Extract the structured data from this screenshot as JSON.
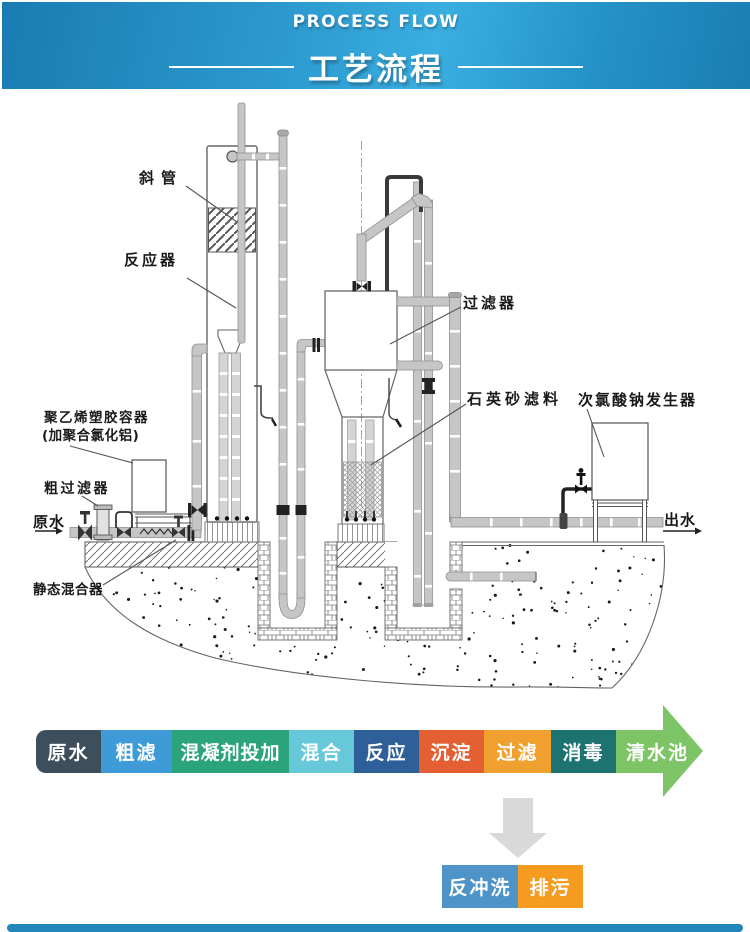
{
  "header": {
    "subtitle": "PROCESS FLOW",
    "title": "工艺流程",
    "bg_left": "#197bb1",
    "bg_mid": "#3aaee1"
  },
  "diagram": {
    "labels": {
      "inclined_tube": "斜管",
      "reactor": "反应器",
      "filter": "过滤器",
      "quartz_sand": "石英砂滤料",
      "hypochlorite_generator": "次氯酸钠发生器",
      "pe_container": "聚乙烯塑胶容器",
      "pe_container_note": "(加聚合氯化铝)",
      "coarse_filter": "粗过滤器",
      "raw_water": "原水",
      "static_mixer": "静态混合器",
      "out_water": "出水"
    }
  },
  "flow": {
    "steps": [
      {
        "label": "原水",
        "color": "#3d4e5c"
      },
      {
        "label": "粗滤",
        "color": "#3e9bd7"
      },
      {
        "label": "混凝剂投加",
        "color": "#2ba47c"
      },
      {
        "label": "混合",
        "color": "#66c8d8"
      },
      {
        "label": "反应",
        "color": "#2f5f98"
      },
      {
        "label": "沉淀",
        "color": "#e45f32"
      },
      {
        "label": "过滤",
        "color": "#f0a02e"
      },
      {
        "label": "消毒",
        "color": "#1d7370"
      },
      {
        "label": "清水池",
        "color": "#7cc465"
      }
    ],
    "arrow_color": "#7cc465"
  },
  "sub_flow": {
    "steps": [
      {
        "label": "反冲洗",
        "color": "#4f94c8"
      },
      {
        "label": "排污",
        "color": "#f59b20"
      }
    ],
    "arrow_color": "#d9d9d9"
  },
  "footer_bar_color": "#2187ba"
}
